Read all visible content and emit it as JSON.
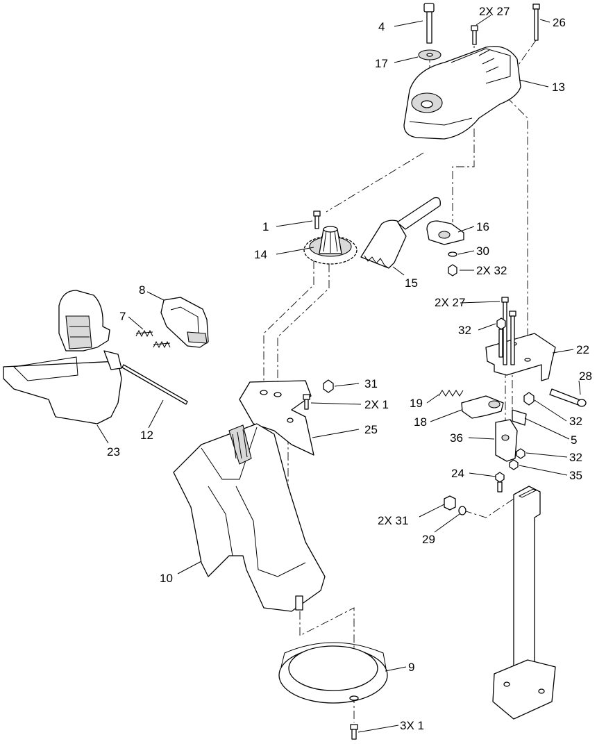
{
  "callouts": [
    {
      "id": "c4",
      "text": "4"
    },
    {
      "id": "c2x27a",
      "text": "2X 27"
    },
    {
      "id": "c26",
      "text": "26"
    },
    {
      "id": "c17",
      "text": "17"
    },
    {
      "id": "c13",
      "text": "13"
    },
    {
      "id": "c1",
      "text": "1"
    },
    {
      "id": "c16",
      "text": "16"
    },
    {
      "id": "c14",
      "text": "14"
    },
    {
      "id": "c30",
      "text": "30"
    },
    {
      "id": "c2x32",
      "text": "2X 32"
    },
    {
      "id": "c15",
      "text": "15"
    },
    {
      "id": "c8",
      "text": "8"
    },
    {
      "id": "c2x27b",
      "text": "2X 27"
    },
    {
      "id": "c7",
      "text": "7"
    },
    {
      "id": "c32a",
      "text": "32"
    },
    {
      "id": "c22",
      "text": "22"
    },
    {
      "id": "c28",
      "text": "28"
    },
    {
      "id": "c31",
      "text": "31"
    },
    {
      "id": "c2x1",
      "text": "2X 1"
    },
    {
      "id": "c19",
      "text": "19"
    },
    {
      "id": "c18",
      "text": "18"
    },
    {
      "id": "c32b",
      "text": "32"
    },
    {
      "id": "c12",
      "text": "12"
    },
    {
      "id": "c25",
      "text": "25"
    },
    {
      "id": "c5",
      "text": "5"
    },
    {
      "id": "c23",
      "text": "23"
    },
    {
      "id": "c36",
      "text": "36"
    },
    {
      "id": "c32c",
      "text": "32"
    },
    {
      "id": "c24",
      "text": "24"
    },
    {
      "id": "c35",
      "text": "35"
    },
    {
      "id": "c2x31",
      "text": "2X 31"
    },
    {
      "id": "c29",
      "text": "29"
    },
    {
      "id": "c10",
      "text": "10"
    },
    {
      "id": "c9",
      "text": "9"
    },
    {
      "id": "c3x1",
      "text": "3X 1"
    }
  ]
}
